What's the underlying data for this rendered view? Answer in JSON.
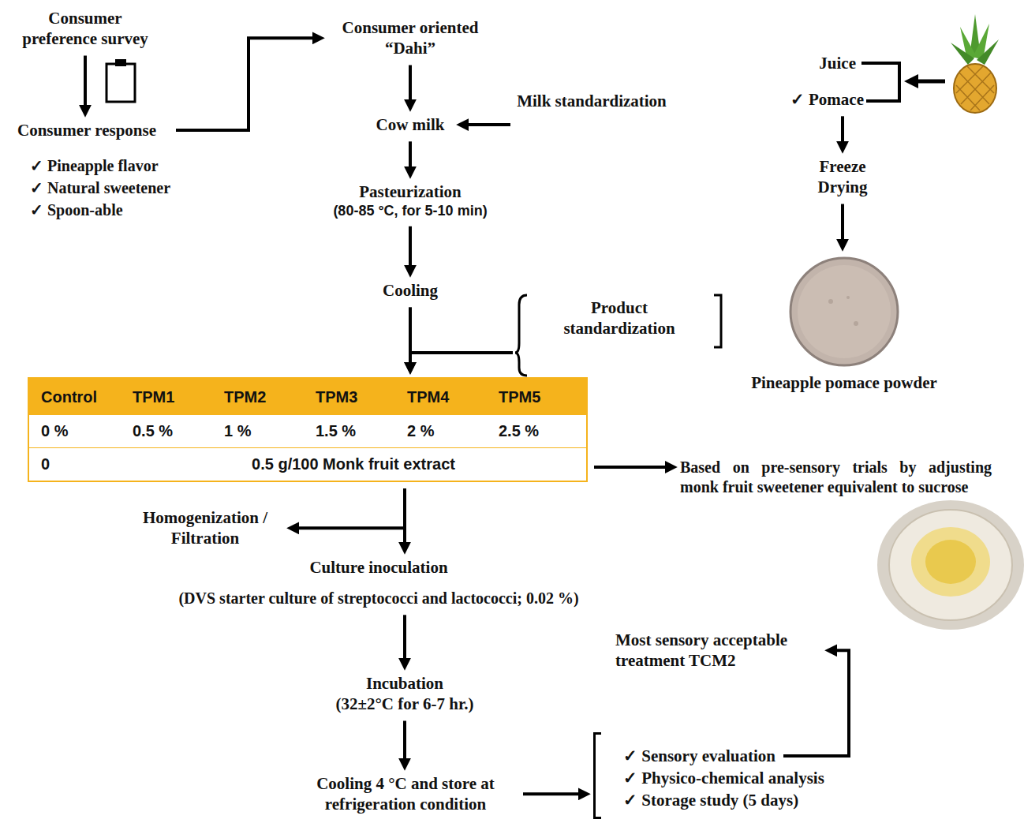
{
  "diagram": {
    "nodes": [
      {
        "text": [
          "Consumer preference survey"
        ]
      },
      {
        "text": [
          "Consumer response"
        ]
      },
      {
        "text": [
          "Consumer oriented “Dahi”"
        ]
      },
      {
        "text": [
          "Cow milk"
        ]
      },
      {
        "text": [
          "Milk standardization"
        ]
      },
      {
        "text": [
          "Pasteurization",
          "(80-85 °C, for 5-10 min)"
        ]
      },
      {
        "text": [
          "Cooling"
        ]
      },
      {
        "text": [
          "Product standardization"
        ]
      },
      {
        "text": [
          "Juice"
        ]
      },
      {
        "text": [
          "✓ Pomace"
        ]
      },
      {
        "text": [
          "Freeze Drying"
        ]
      },
      {
        "text": [
          "Pineapple pomace powder"
        ]
      },
      {
        "text": [
          "Control",
          "TPM1",
          "TPM2",
          "TPM3",
          "TPM4",
          "TPM5",
          "0 %",
          "0.5 %",
          "1 %",
          "1.5 %",
          "2 %",
          "2.5 %",
          "0",
          "0.5 g/100 Monk fruit extract"
        ]
      },
      {
        "text": [
          "Based on pre-sensory trials by adjusting monk fruit sweetener equivalent to sucrose"
        ]
      },
      {
        "text": [
          "Homogenization / Filtration"
        ]
      },
      {
        "text": [
          "Culture inoculation",
          "(DVS starter culture of streptococci and lactococci; 0.02 %)"
        ]
      },
      {
        "text": [
          "Incubation",
          "(32±2°C for 6-7 hr.)"
        ]
      },
      {
        "text": [
          "Cooling 4 °C and store at refrigeration condition"
        ]
      },
      {
        "text": [
          "✓ Sensory evaluation",
          "✓ Physico-chemical analysis",
          "✓ Storage study (5 days)"
        ]
      },
      {
        "text": [
          "Most sensory acceptable treatment TCM2"
        ]
      }
    ],
    "edges": [
      {
        "from": 0,
        "to": 1,
        "arrow": "to"
      },
      {
        "from": 1,
        "to": 2,
        "arrow": "to"
      },
      {
        "from": 2,
        "to": 3,
        "arrow": "to"
      },
      {
        "from": 4,
        "to": 3,
        "arrow": "to"
      },
      {
        "from": 3,
        "to": 5,
        "arrow": "to"
      },
      {
        "from": 5,
        "to": 6,
        "arrow": "to"
      },
      {
        "from": 6,
        "to": 12,
        "arrow": "to"
      },
      {
        "from": 7,
        "to": 12,
        "arrow": "to"
      },
      {
        "from": 9,
        "to": 10,
        "arrow": "to"
      },
      {
        "from": 10,
        "to": 11,
        "arrow": "to"
      },
      {
        "from": 12,
        "to": 13,
        "arrow": "to"
      },
      {
        "from": 12,
        "to": 14,
        "arrow": "to"
      },
      {
        "from": 12,
        "to": 15,
        "arrow": "to"
      },
      {
        "from": 15,
        "to": 16,
        "arrow": "to"
      },
      {
        "from": 16,
        "to": 17,
        "arrow": "to"
      },
      {
        "from": 17,
        "to": 18,
        "arrow": "to"
      },
      {
        "from": 18,
        "to": 19,
        "arrow": "to"
      }
    ],
    "labels": [
      "✓ Pineapple flavor",
      "✓ Natural sweetener",
      "✓ Spoon-able"
    ]
  }
}
